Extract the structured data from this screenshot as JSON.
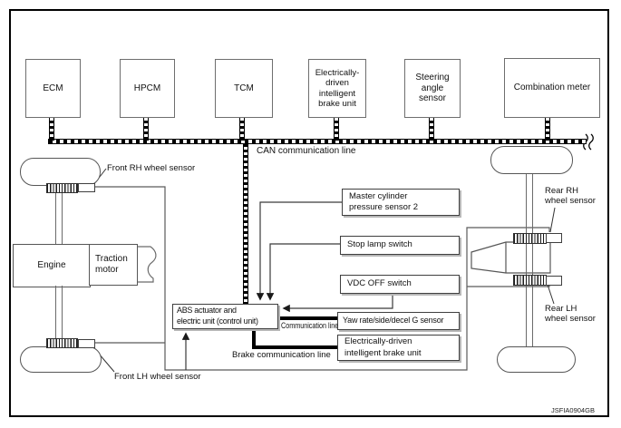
{
  "figure_code": "JSFIA0904GB",
  "colors": {
    "bus_black": "#000000",
    "draw_gray": "#555555",
    "shadow_gray": "#b7b7b7"
  },
  "nodes": {
    "ecm": "ECM",
    "hpcm": "HPCM",
    "tcm": "TCM",
    "edib_top": "Electrically-\ndriven\nintelligent\nbrake unit",
    "steering_angle": "Steering\nangle\nsensor",
    "combination_meter": "Combination meter"
  },
  "can": {
    "label": "CAN communication line"
  },
  "abs_unit": {
    "label": "ABS actuator and\nelectric unit (control unit)"
  },
  "inputs": {
    "master_cylinder": "Master cylinder\npressure sensor 2",
    "stop_lamp": "Stop lamp switch",
    "vdc_off": "VDC OFF switch",
    "yaw_rate": "Yaw rate/side/decel G sensor",
    "edib_lower": "Electrically-driven\nintelligent brake unit"
  },
  "lines": {
    "communication": "Communication line",
    "brake": "Brake communication line"
  },
  "drivetrain": {
    "engine": "Engine",
    "traction_motor": "Traction\nmotor"
  },
  "wheel_sensors": {
    "front_rh": "Front RH wheel sensor",
    "front_lh": "Front LH wheel sensor",
    "rear_rh": "Rear RH\nwheel sensor",
    "rear_lh": "Rear LH\nwheel sensor"
  }
}
